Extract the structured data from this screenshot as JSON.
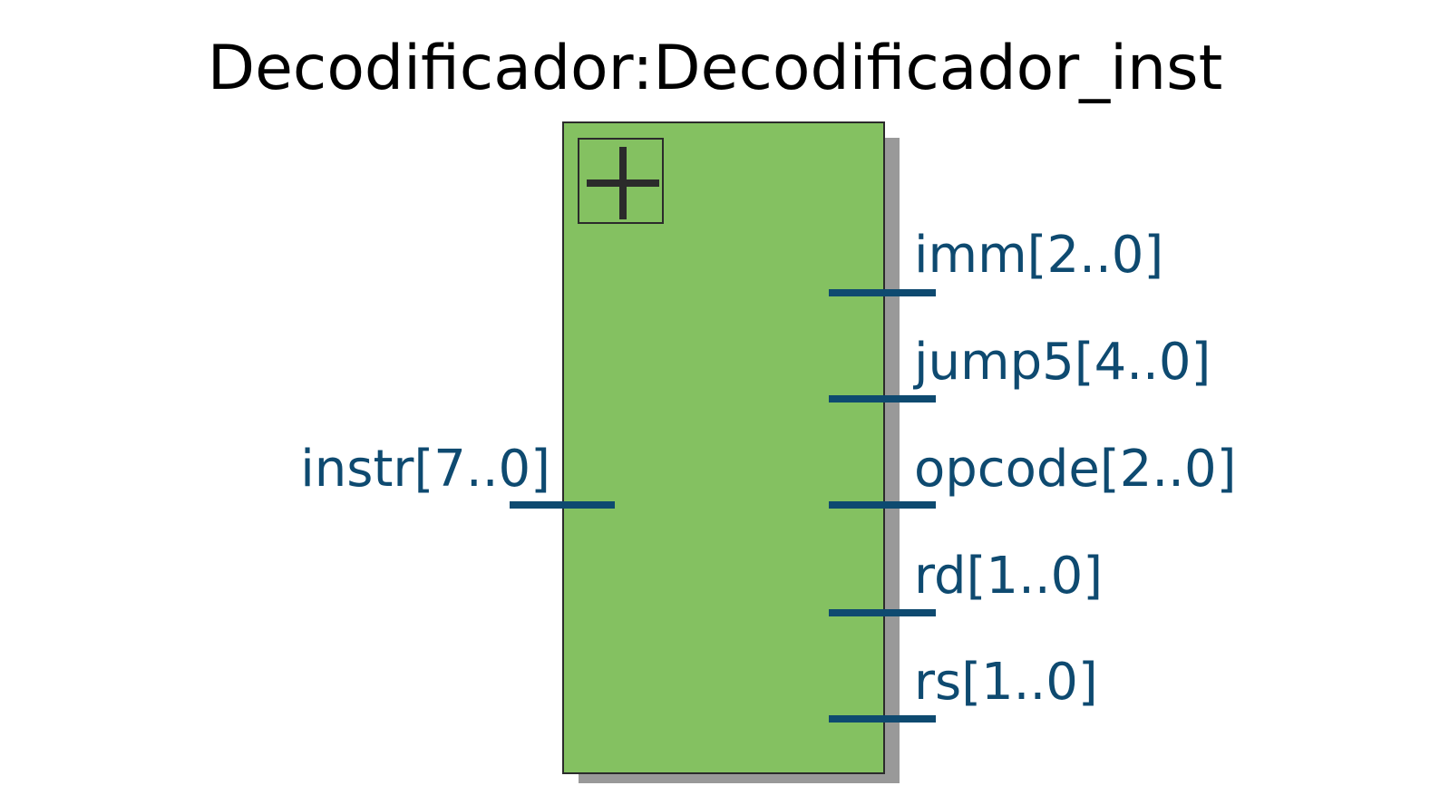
{
  "diagram": {
    "title": "Decodificador:Decodificador_inst",
    "block_icon": "plus-icon",
    "colors": {
      "block_fill": "#84c161",
      "block_border": "#2b2b2b",
      "shadow": "#999999",
      "port": "#0e4a70",
      "title": "#000000"
    },
    "inputs": [
      {
        "label": "instr[7..0]"
      }
    ],
    "outputs": [
      {
        "label": "imm[2..0]"
      },
      {
        "label": "jump5[4..0]"
      },
      {
        "label": "opcode[2..0]"
      },
      {
        "label": "rd[1..0]"
      },
      {
        "label": "rs[1..0]"
      }
    ]
  }
}
